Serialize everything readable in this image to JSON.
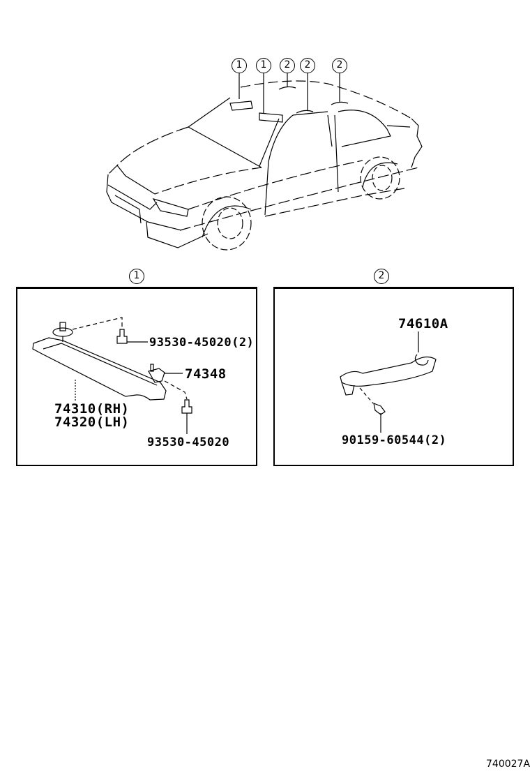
{
  "diagram": {
    "overview": {
      "callouts": [
        {
          "id": "c1a",
          "label": "1"
        },
        {
          "id": "c1b",
          "label": "1"
        },
        {
          "id": "c2a",
          "label": "2"
        },
        {
          "id": "c2b",
          "label": "2"
        },
        {
          "id": "c2c",
          "label": "2"
        }
      ]
    },
    "panel_1": {
      "callout": "1",
      "parts": {
        "screw_top": "93530-45020(2)",
        "clip": "74348",
        "visor_rh": "74310(RH)",
        "visor_lh": "74320(LH)",
        "screw_bottom": "93530-45020"
      }
    },
    "panel_2": {
      "callout": "2",
      "parts": {
        "grip": "74610A",
        "screw": "90159-60544(2)"
      }
    },
    "reference_code": "740027A"
  }
}
